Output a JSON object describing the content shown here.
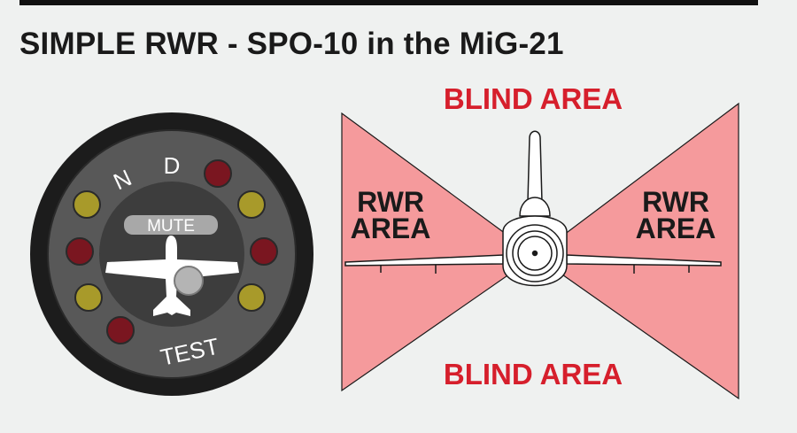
{
  "title": "SIMPLE RWR - SPO-10 in the MiG-21",
  "rwr_panel": {
    "label_n": "N",
    "label_d": "D",
    "mute_label": "MUTE",
    "test_label": "TEST",
    "lamp_colors": {
      "red": "#7a1620",
      "yellow": "#a89a2a"
    }
  },
  "coverage": {
    "blind_area_top": "BLIND AREA",
    "blind_area_bottom": "BLIND AREA",
    "rwr_area_left": [
      "RWR",
      "AREA"
    ],
    "rwr_area_right": [
      "RWR",
      "AREA"
    ],
    "colors": {
      "rwr_fill": "#f59a9c",
      "blind_text": "#d61f2c"
    }
  }
}
